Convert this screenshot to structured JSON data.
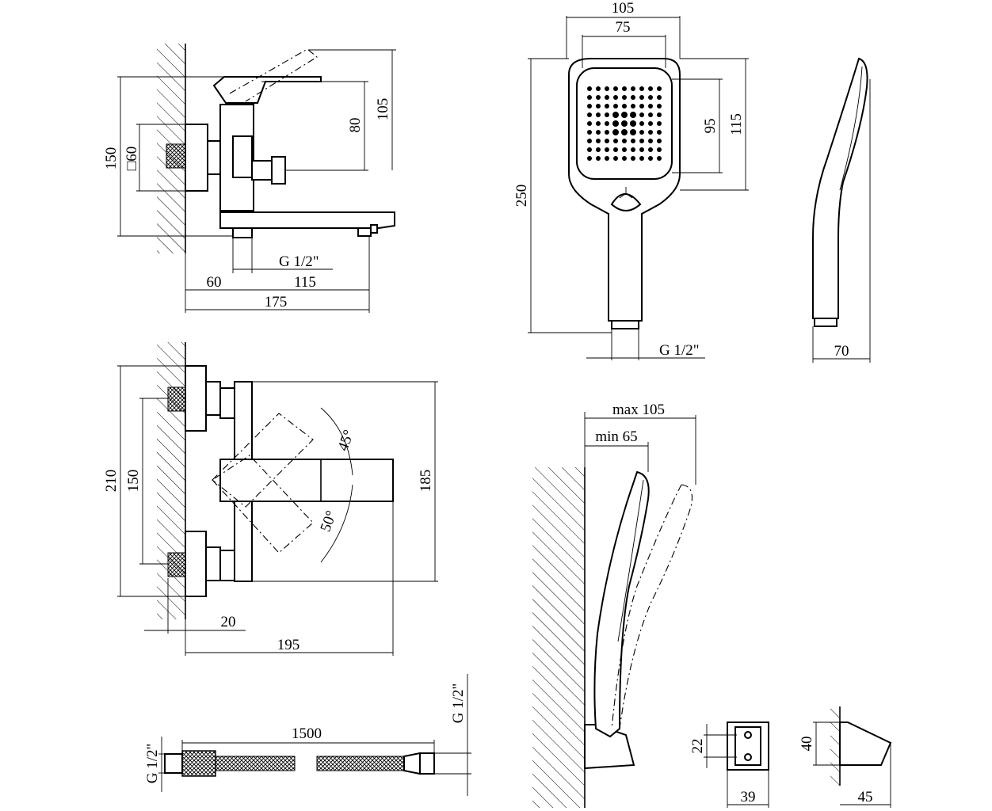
{
  "labels": {
    "mixer_total_height": "150",
    "mixer_flange": "□60",
    "mixer_lever_height": "80",
    "mixer_top_height": "105",
    "mixer_thread": "G 1/2\"",
    "mixer_offset": "60",
    "mixer_spout": "115",
    "mixer_total_length": "175",
    "head_width": "105",
    "head_face_width": "75",
    "head_face_height": "95",
    "head_height": "115",
    "shower_length": "250",
    "shower_thread": "G 1/2\"",
    "shower_side_width": "70",
    "top_height": "210",
    "eccentric_distance": "150",
    "top_depth": "185",
    "angle_up": "45°",
    "angle_down": "50°",
    "wall_gap": "20",
    "top_length": "195",
    "hose_length": "1500",
    "hose_left_thread": "G 1/2\"",
    "hose_right_thread": "G 1/2\"",
    "holder_max": "max 105",
    "holder_min": "min 65",
    "bracket_height": "22",
    "bracket_width": "39",
    "bracket_side_height": "40",
    "bracket_side_width": "45"
  }
}
